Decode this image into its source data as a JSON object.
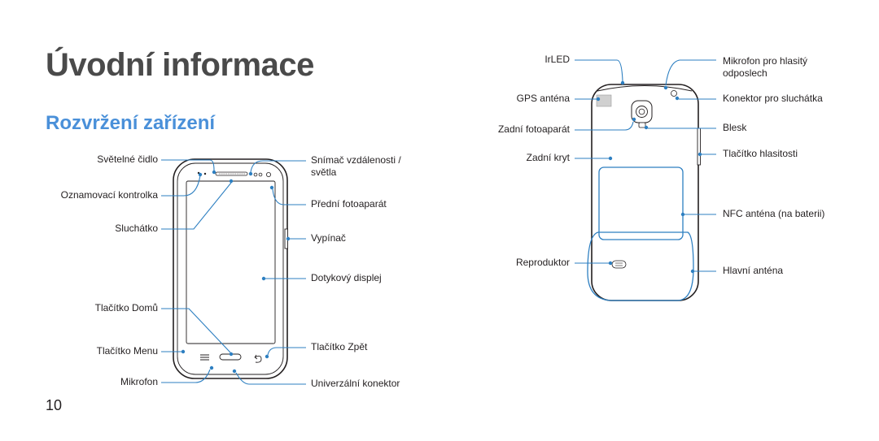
{
  "page": {
    "title": "Úvodní informace",
    "section_title": "Rozvržení zařízení",
    "page_number": "10"
  },
  "front_labels": {
    "svetelne_cidlo": "Světelné čidlo",
    "oznamovaci_kontrolka": "Oznamovací kontrolka",
    "sluchatko": "Sluchátko",
    "tlacitko_domu": "Tlačítko Domů",
    "tlacitko_menu": "Tlačítko Menu",
    "mikrofon": "Mikrofon",
    "snimac_line1": "Snímač vzdálenosti /",
    "snimac_line2": "světla",
    "predni_fotoaparat": "Přední fotoaparát",
    "vypinac": "Vypínač",
    "dotykovy_displej": "Dotykový displej",
    "tlacitko_zpet": "Tlačítko Zpět",
    "univerzalni_konektor": "Univerzální konektor"
  },
  "back_labels": {
    "irled": "IrLED",
    "gps_antena": "GPS anténa",
    "zadni_fotoaparat": "Zadní fotoaparát",
    "zadni_kryt": "Zadní kryt",
    "reproduktor": "Reproduktor",
    "mikrofon_line1": "Mikrofon pro hlasitý",
    "mikrofon_line2": "odposlech",
    "konektor_sluchatka": "Konektor pro sluchátka",
    "blesk": "Blesk",
    "tlacitko_hlasitosti": "Tlačítko hlasitosti",
    "nfc_antena": "NFC anténa (na baterii)",
    "hlavni_antena": "Hlavní anténa"
  },
  "colors": {
    "callout": "#2d7fc1",
    "section_title": "#4a90d9",
    "title": "#4a4a4a"
  }
}
